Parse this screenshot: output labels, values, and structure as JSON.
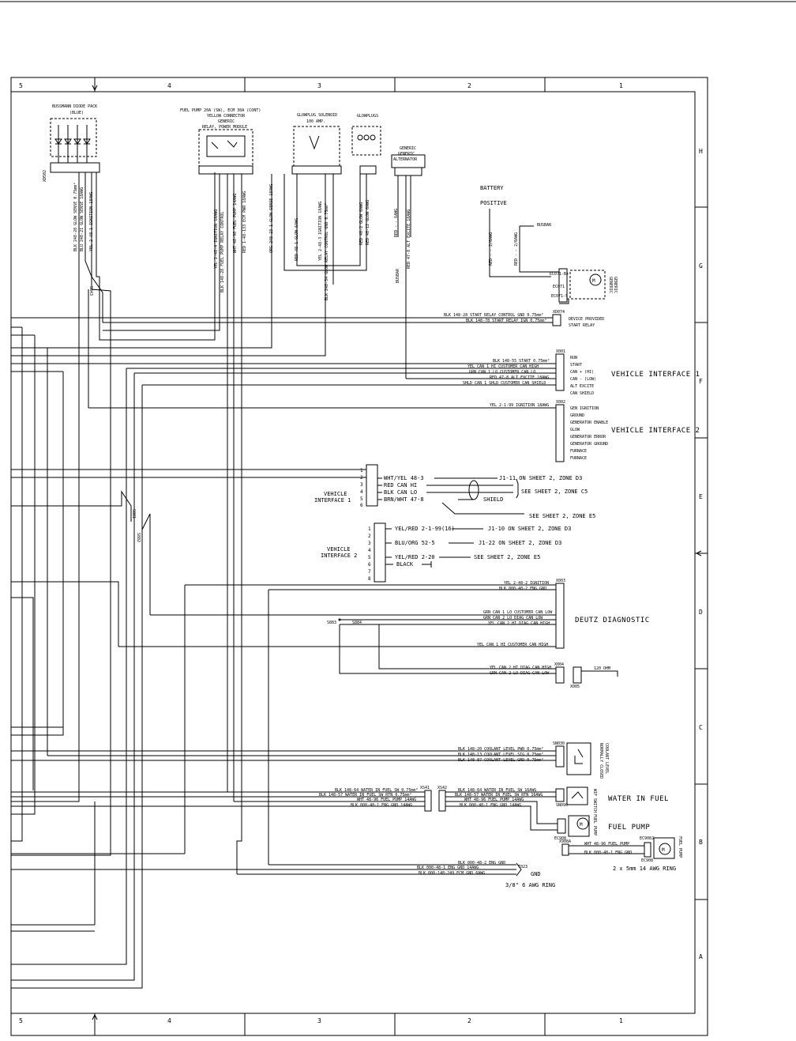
{
  "border": {
    "columns": [
      "5",
      "4",
      "3",
      "2",
      "1"
    ],
    "rows": [
      "H",
      "G",
      "F",
      "E",
      "D",
      "C",
      "B",
      "A"
    ]
  },
  "components": {
    "bussmann": {
      "title": "BUSSMANN DIODE PACK",
      "subtitle": "(BLUE)",
      "ref": "XD502"
    },
    "fuel_relay": {
      "title": "FUEL PUMP 20A (SW), ECM 30A (CONT)",
      "line2": "YELLOW CONNECTOR",
      "line3": "GENERIC",
      "line4": "RELAY, POWER MODULE"
    },
    "glow_solenoid": {
      "title": "GLOWPLUG SOLENOID",
      "subtitle": "100 AMP."
    },
    "glowplugs": {
      "title": "GLOWPLUGS"
    },
    "alternator": {
      "line1": "GENERIC",
      "line2": "GENERIC",
      "line3": "ALTERNATOR"
    },
    "battery": {
      "line1": "BATTERY",
      "line2": "POSITIVE"
    },
    "busbar": "BUSBAR",
    "starter": {
      "line1": "GENERIC",
      "line2": "GENERIC",
      "refs": [
        "EC071-B+",
        "EC071",
        "EC071-S"
      ]
    }
  },
  "wires": {
    "bussmann_wires": [
      "BLK 248-28 GLOW SENSE 0.75mm²",
      "BLU 248-21 GLOW SENSE 18AWG",
      "YEL 2-48-1 IGNITION 18AWG"
    ],
    "relay_wires": [
      "YEL 2-48-4 IGNITION 18AWG",
      "BLK 148-28 FUEL PUMP RELAY CONTROL",
      "WHT 48-96 FUEL PUMP 14AWG",
      "RED 1-48-133 ECM PWR 18AWG"
    ],
    "glow_wires": [
      "ORG 248-23-1 GLOW SENSE 18AWG",
      "RED 48-1 GLOW 6AWG",
      "YEL 2-48-3 IGNITION 18AWG",
      "BLK 248-34 GLOW RELAY CONTROL GND 0.75mm²",
      "RED 48-2 GLOW 6AWG",
      "RED 48-12 GLOW 6AWG"
    ],
    "alt_wires": [
      "RED - - 6AWG",
      "RED 47-8 ALT EXCITE 18AWG"
    ],
    "battery_wires": [
      "RED - - 2/0AWG",
      "RED - - 2/0AWG"
    ]
  },
  "start_relay": {
    "ref": "XD074",
    "wires": [
      "BLK 148-28 START RELAY CONTROL GND 0.75mm²",
      "BLK 148-78 START RELAY IGN 0.75mm²"
    ],
    "pins": [
      "DEVICE PROVIDED",
      "START RELAY"
    ]
  },
  "vi1": {
    "title": "VEHICLE INTERFACE 1",
    "ref": "X001",
    "wires": [
      "BLK 148-55 START 0.75mm²",
      "YEL CAN 1 HI CUSTOMER CAN HIGH",
      "GRN CAN 1 LO CUSTOMER CAN LO",
      "RED 47-8 ALT EXCITE 18AWG",
      "SHLD CAN 1 SHLD CUSTOMER CAN SHIELD"
    ],
    "pins": [
      "RUN",
      "START",
      "CAN + (HI)",
      "CAN - (LOW)",
      "ALT EXCITE",
      "CAN SHIELD"
    ]
  },
  "vi2": {
    "title": "VEHICLE INTERFACE 2",
    "ref": "X002",
    "wires": [
      "YEL 2-1-99 IGNITION 18AWG"
    ],
    "pins": [
      "GEN IGNITION",
      "GROUND",
      "GENERATOR ENABLE",
      "GLOW",
      "GENERATOR ERROR",
      "GENERATOR GROUND",
      "FURNACE",
      "FURNACE"
    ]
  },
  "left_vi1": {
    "title1": "VEHICLE",
    "title2": "INTERFACE 1",
    "pins": [
      "1",
      "2",
      "3",
      "4",
      "5",
      "6"
    ],
    "wires": [
      "WHT/YEL 48-3",
      "RED CAN HI",
      "BLK CAN LO",
      "BRN/WHT 47-8"
    ],
    "refs": [
      "J1-11 ON SHEET 2, ZONE D3",
      "SEE SHEET 2, ZONE C5",
      "SHIELD",
      "SEE SHEET 2, ZONE E5"
    ]
  },
  "left_vi2": {
    "title1": "VEHICLE",
    "title2": "INTERFACE 2",
    "pins": [
      "1",
      "2",
      "3",
      "4",
      "5",
      "6",
      "7",
      "8"
    ],
    "wires": [
      "YEL/RED 2-1-99(16)",
      "BLU/ORG 52-5",
      "YEL/RED 2-20",
      "BLACK"
    ],
    "refs": [
      "J1-10 ON SHEET 2, ZONE D3",
      "J1-22 ON SHEET 2, ZONE D3",
      "SEE SHEET 2, ZONE E5"
    ]
  },
  "deutz": {
    "title": "DEUTZ DIAGNOSTIC",
    "ref": "X003",
    "splices": [
      "S883",
      "S884"
    ],
    "wires": [
      "YEL 2-48-2 IGNITION",
      "BLK 000-48-2 ENG GND",
      "GRN CAN 1 LO CUSTOMER CAN LOW",
      "GRN CAN 2 LO DIAG CAN LOW",
      "YEL CAN 2 HI DIAG CAN HIGH",
      "YEL CAN 1 HI CUSTOMER CAN HIGH"
    ]
  },
  "resistor": {
    "ref": "X004",
    "ref2": "X005",
    "label": "120 OHM",
    "wires": [
      "YEL CAN 2 HI DIAG CAN HIGH",
      "GRN CAN 2 LO DIAG CAN LOW"
    ]
  },
  "coolant": {
    "ref": "SN030",
    "label1": "NORMALLY CLOSED",
    "label2": "COOLANT LEVEL",
    "wires": [
      "BLK 148-20 COOLANT LEVEL PWR 0.75mm²",
      "BLK 148-13 COOLANT LEVEL SIG 0.75mm²",
      "BLK 148-87 COOLANT LEVEL GND 0.75mm²"
    ]
  },
  "water": {
    "title": "WATER IN FUEL",
    "ref": "SN090",
    "splices": [
      "XS41",
      "XS42"
    ],
    "left_wires": [
      "BLK 148-64 WATER IN FUEL SW 0.75mm²",
      "BLK 148-57 WATER IN FUEL SW RTN 0.75mm²",
      "WHT 48-96 FUEL PUMP 14AWG",
      "BLK 000-48-1 ENG GND 14AWG"
    ],
    "right_wires": [
      "BLK 148-64 WATER IN FUEL SW 16AWG",
      "BLK 148-57 WATER IN FUEL SW RTN 16AWG",
      "WHT 48-96 FUEL PUMP 14AWG",
      "BLK 000-48-1 ENG GND 14AWG"
    ],
    "sensor_label": "WIF SWITCH"
  },
  "fuel_pump": {
    "title": "FUEL PUMP",
    "ref": "EC908",
    "ref2": "X908A",
    "refs_right": [
      "EC908J",
      "EC908"
    ],
    "wires": [
      "WHT 48-96 FUEL PUMP",
      "BLK 000-48-1 ENG GND"
    ],
    "motor_label": "FUEL PUMP",
    "ring": "2 x 5mm 14 AWG RING"
  },
  "ground": {
    "ref": "T023",
    "label": "GND",
    "ring": "3/8\" 6 AWG RING",
    "wires": [
      "BLK 000-48-2 ENG GND",
      "BLK 000-48-1 ENG GND 14AWG",
      "BLK 000-148-249 ECM GND 6AWG"
    ]
  }
}
